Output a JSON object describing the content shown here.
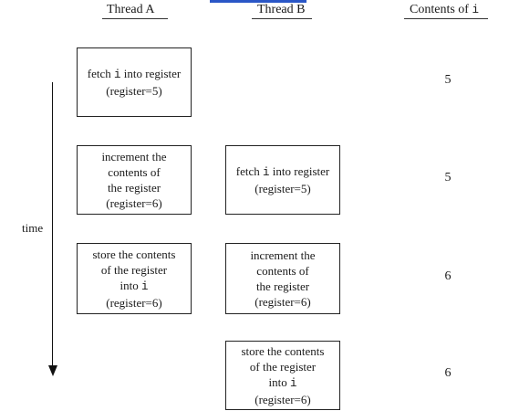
{
  "headers": {
    "thread_a": "Thread A",
    "thread_b": "Thread B",
    "contents_prefix": "Contents of ",
    "contents_var": "i"
  },
  "time_label": "time",
  "rows": [
    {
      "a": {
        "lines": [
          [
            "fetch ",
            "i",
            " into register"
          ],
          [
            "(register=5)"
          ]
        ]
      },
      "b": null,
      "value": "5"
    },
    {
      "a": {
        "lines": [
          [
            "increment the"
          ],
          [
            "contents of"
          ],
          [
            "the register"
          ],
          [
            "(register=6)"
          ]
        ]
      },
      "b": {
        "lines": [
          [
            "fetch ",
            "i",
            " into register"
          ],
          [
            "(register=5)"
          ]
        ]
      },
      "value": "5"
    },
    {
      "a": {
        "lines": [
          [
            "store the contents"
          ],
          [
            "of the register"
          ],
          [
            "into ",
            "i"
          ],
          [
            "(register=6)"
          ]
        ]
      },
      "b": {
        "lines": [
          [
            "increment the"
          ],
          [
            "contents of"
          ],
          [
            "the register"
          ],
          [
            "(register=6)"
          ]
        ]
      },
      "value": "6"
    },
    {
      "a": null,
      "b": {
        "lines": [
          [
            "store the contents"
          ],
          [
            "of the register"
          ],
          [
            "into ",
            "i"
          ],
          [
            "(register=6)"
          ]
        ]
      },
      "value": "6"
    }
  ]
}
